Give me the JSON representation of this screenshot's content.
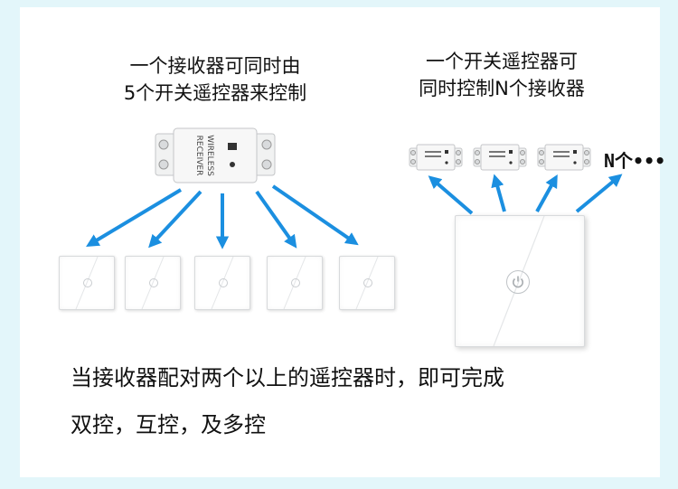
{
  "left_title": {
    "line1": "一个接收器可同时由",
    "line2": "5个开关遥控器来控制"
  },
  "right_title": {
    "line1": "一个开关遥控器可",
    "line2": "同时控制N个接收器"
  },
  "receiver_label_line1": "WIRELESS",
  "receiver_label_line2": "RECEIVER",
  "n_label": "N个•••",
  "caption": {
    "line1": "当接收器配对两个以上的遥控器时，即可完成",
    "line2": "双控，互控，及多控"
  },
  "colors": {
    "arrow": "#1b8fe0",
    "background": "#e3f6fa"
  }
}
